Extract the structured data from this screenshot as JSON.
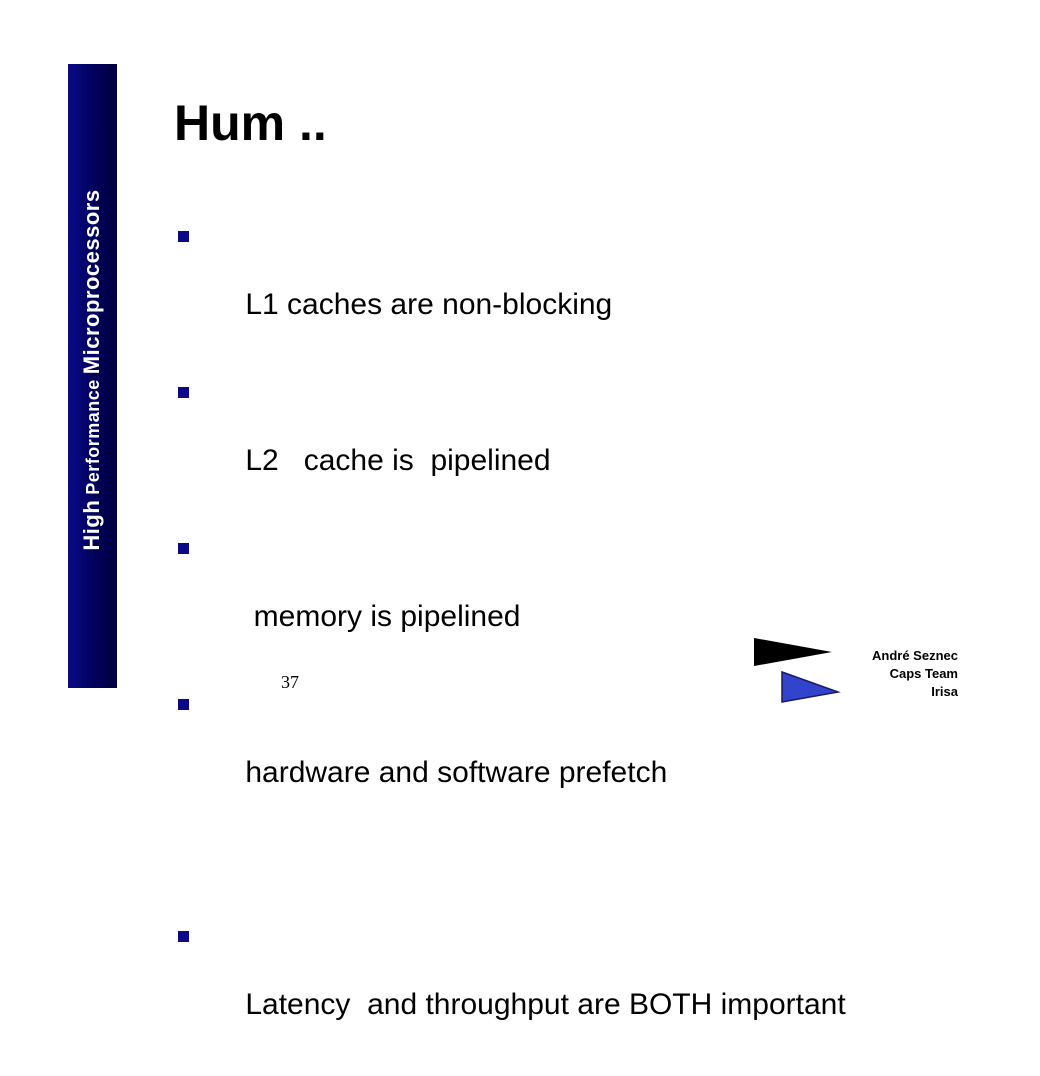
{
  "sidebar": {
    "text_part1": "High",
    "text_part2": "Performance",
    "text_part3": "Microprocessors"
  },
  "slide": {
    "title": "Hum ..",
    "bullets": [
      "L1 caches are non-blocking",
      "L2   cache is  pipelined",
      " memory is pipelined",
      "hardware and software prefetch",
      "Latency  and throughput are BOTH important"
    ],
    "number": "37"
  },
  "footer": {
    "author": "André Seznec",
    "team": "Caps Team",
    "org": "Irisa"
  },
  "colors": {
    "sidebar": "#000060",
    "bullet": "#0a0a88",
    "flag_top": "#000000",
    "flag_bottom": "#3344cc"
  }
}
